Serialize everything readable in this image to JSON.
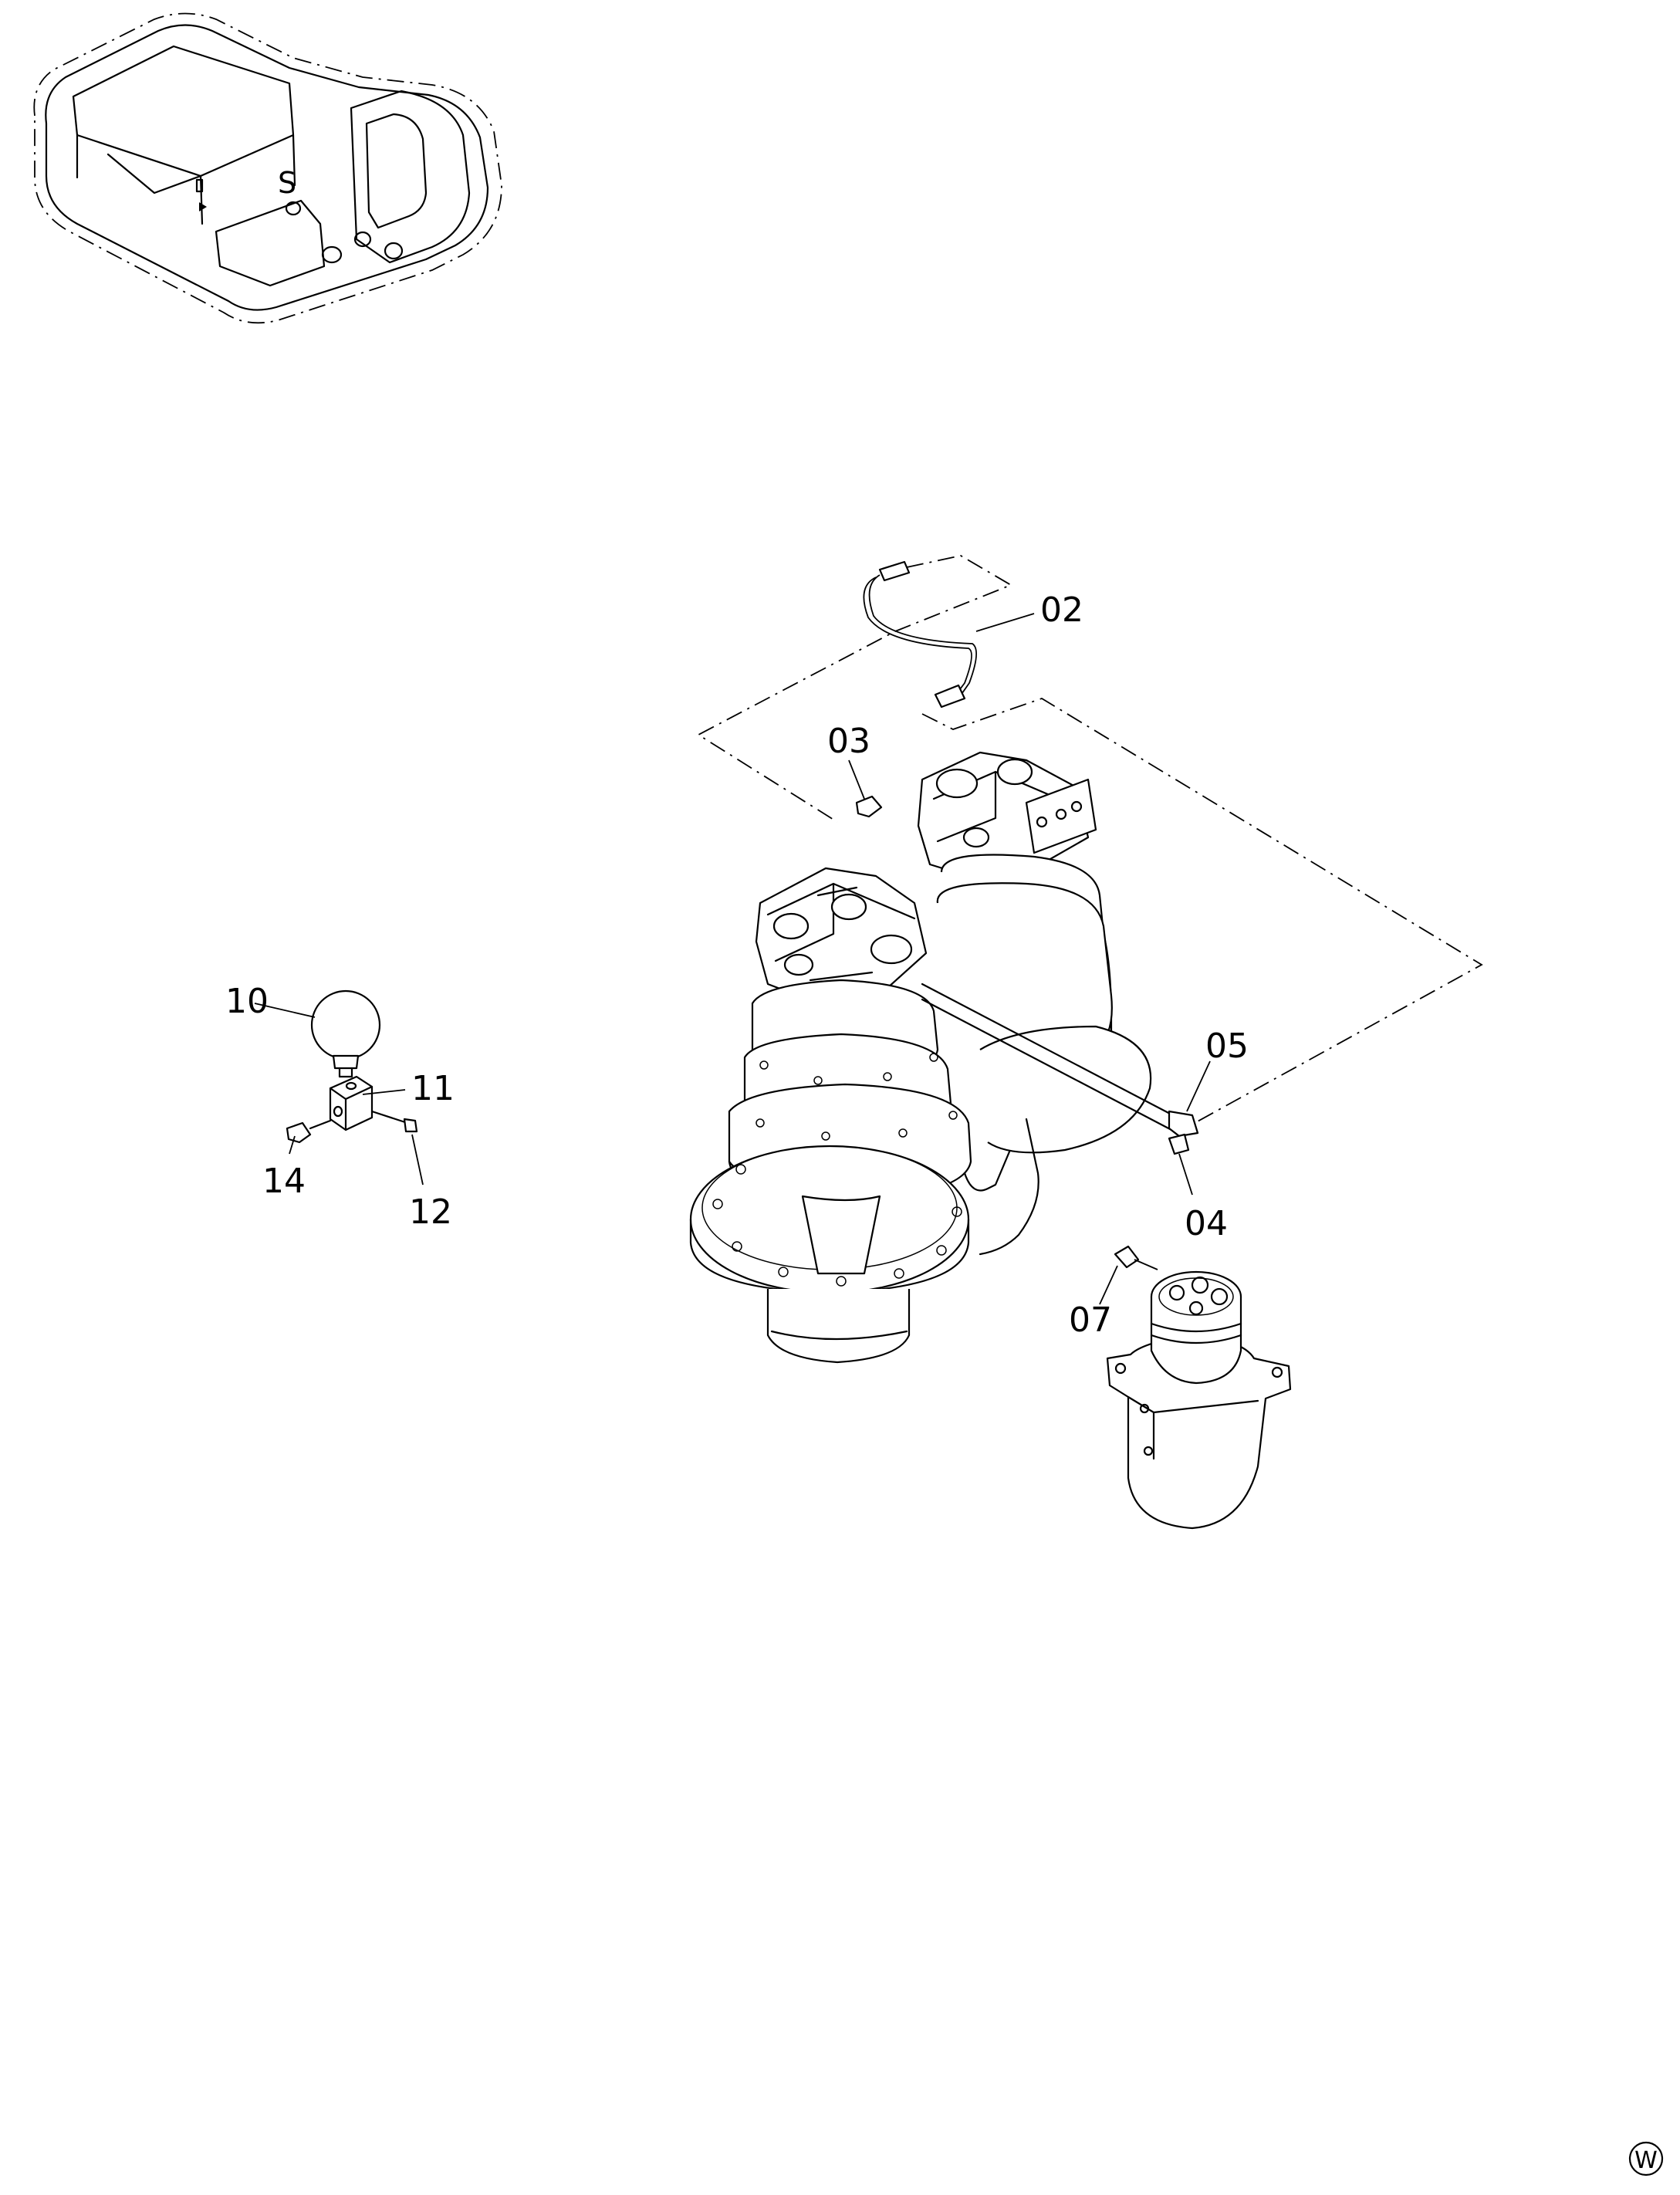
{
  "callouts": {
    "c02": "02",
    "c03": "03",
    "c04": "04",
    "c05": "05",
    "c07": "07",
    "c10": "10",
    "c11": "11",
    "c12": "12",
    "c14": "14"
  },
  "location_view": {
    "mark": "S"
  },
  "corner_mark": "W"
}
